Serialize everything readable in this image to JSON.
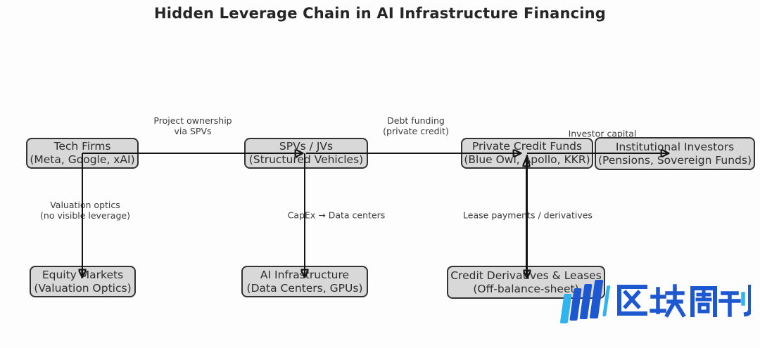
{
  "title": "Hidden Leverage Chain in AI Infrastructure Financing",
  "nodes": {
    "tech_firms": {
      "name": "Tech Firms",
      "detail": "(Meta, Google, xAI)"
    },
    "spvs_jvs": {
      "name": "SPVs / JVs",
      "detail": "(Structured Vehicles)"
    },
    "private_credit_funds": {
      "name": "Private Credit Funds",
      "detail": "(Blue Owl, Apollo, KKR)"
    },
    "institutional_investors": {
      "name": "Institutional Investors",
      "detail": "(Pensions, Sovereign Funds)"
    },
    "equity_markets": {
      "name": "Equity Markets",
      "detail": "(Valuation Optics)"
    },
    "ai_infrastructure": {
      "name": "AI Infrastructure",
      "detail": "(Data Centers, GPUs)"
    },
    "credit_derivatives": {
      "name": "Credit Derivatives & Leases",
      "detail": "(Off-balance-sheet)"
    }
  },
  "edge_labels": {
    "project_ownership": {
      "line1": "Project ownership",
      "line2": "via SPVs"
    },
    "debt_funding": {
      "line1": "Debt funding",
      "line2": "(private credit)"
    },
    "investor_capital": {
      "line1": "Investor capital"
    },
    "valuation_optics": {
      "line1": "Valuation optics",
      "line2": "(no visible leverage)"
    },
    "capex": {
      "line1": "CapEx → Data centers"
    },
    "lease_payments": {
      "line1": "Lease payments / derivatives"
    }
  },
  "watermark": {
    "text": "区块周刊"
  },
  "colors": {
    "node_fill": "#d8d8d8",
    "node_border": "#333333",
    "arrow": "#141414",
    "brand_blue": "#1d58d0",
    "brand_cyan": "#31b3ee"
  }
}
